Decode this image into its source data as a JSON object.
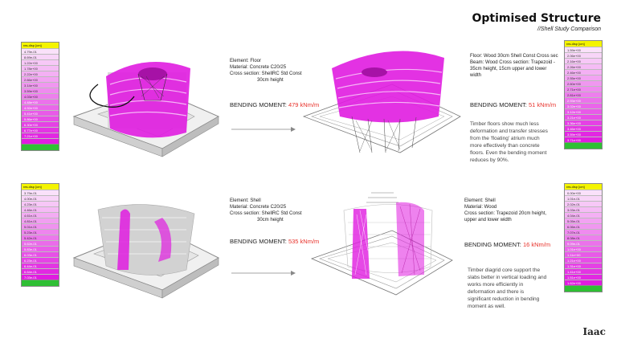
{
  "header": {
    "title": "Optimised Structure",
    "subtitle": "//Shell Study Comparison",
    "logo": "Iaac"
  },
  "colors": {
    "magenta": "#e01ce0",
    "bending_value": "#e8312a",
    "legend_green": "#2fbf34",
    "legend_header": "#f4f400"
  },
  "legend_top_left": {
    "header": "res.disp [cm]",
    "rows": [
      "4.79e-01",
      "8.69e-01",
      "1.22e+00",
      "1.78e+00",
      "2.22e+00",
      "2.66e+00",
      "3.14e+00",
      "3.59e+00",
      "4.03e+00",
      "4.48e+00",
      "4.92e+00",
      "5.41e+00",
      "5.86e+00",
      "6.30e+00",
      "6.77e+00",
      "7.21e+00",
      ""
    ]
  },
  "legend_bottom_left": {
    "header": "res.disp [cm]",
    "rows": [
      "3.79e-01",
      "4.00e-01",
      "4.23e-01",
      "4.46e-01",
      "4.61e-01",
      "4.81e-01",
      "5.01e-01",
      "5.23e-01",
      "5.42e-01",
      "5.62e-01",
      "5.83e-01",
      "6.03e-01",
      "6.23e-01",
      "6.44e-01",
      "6.64e-01",
      "7.03e-01"
    ]
  },
  "legend_top_right": {
    "header": "res.disp [cm]",
    "rows": [
      "1.59e+00",
      "2.06e+00",
      "2.16e+00",
      "2.26e+00",
      "2.46e+00",
      "2.55e+00",
      "2.60e+00",
      "2.71e+00",
      "2.81e+00",
      "2.93e+00",
      "3.02e+00",
      "3.12e+00",
      "3.21e+00",
      "3.36e+00",
      "3.46e+00",
      "3.59e+00",
      "3.71e+00"
    ]
  },
  "legend_bottom_right": {
    "header": "res.disp [cm]",
    "rows": [
      "0.00e+00",
      "1.01e-01",
      "2.02e-01",
      "3.03e-01",
      "4.04e-01",
      "5.05e-01",
      "6.06e-01",
      "7.07e-01",
      "8.08e-01",
      "9.09e-01",
      "1.01e+00",
      "1.11e+00",
      "1.21e+00",
      "1.31e+00",
      "1.41e+00",
      "1.51e+00",
      "1.62e+00"
    ]
  },
  "concrete_floor": {
    "element": "Element: Floor",
    "material": "Material: Concrete C20/25",
    "cross1": "Cross section: ShellRC Std Const",
    "cross2": "30cm height",
    "bm_label": "BENDING MOMENT:",
    "bm_value": "479 kNm/m"
  },
  "concrete_shell": {
    "element": "Element: Shell",
    "material": "Material: Concrete C20/25",
    "cross1": "Cross section: ShellRC Std Const",
    "cross2": "30cm height",
    "bm_label": "BENDING MOMENT:",
    "bm_value": "535 kNm/m"
  },
  "timber_floor": {
    "line1": "Floor: Wood 30cm Shell Const Cross sec",
    "line2": "Beam: Wood Cross section: Trapezoid -",
    "line3": "35cm height, 15cm upper and lower",
    "line4": "width",
    "bm_label": "BENDING MOMENT:",
    "bm_value": "51 kNm/m",
    "paragraph": "Timber floors show much less deformation and transfer stresses from the 'floating' atrium much more effectively than concrete floors. Even the bending moment reduces by 90%."
  },
  "timber_shell": {
    "element": "Element: Shell",
    "material": "Material: Wood",
    "cross1": "Cross section: Trapezoid 20cm height,",
    "cross2": "upper and lower width",
    "bm_label": "BENDING MOMENT:",
    "bm_value": "16 kNm/m",
    "paragraph": "Timber diagrid core support the slabs better in vertical loading and works more efficiently in deformation and there is significant reduction in bending moment as well."
  }
}
